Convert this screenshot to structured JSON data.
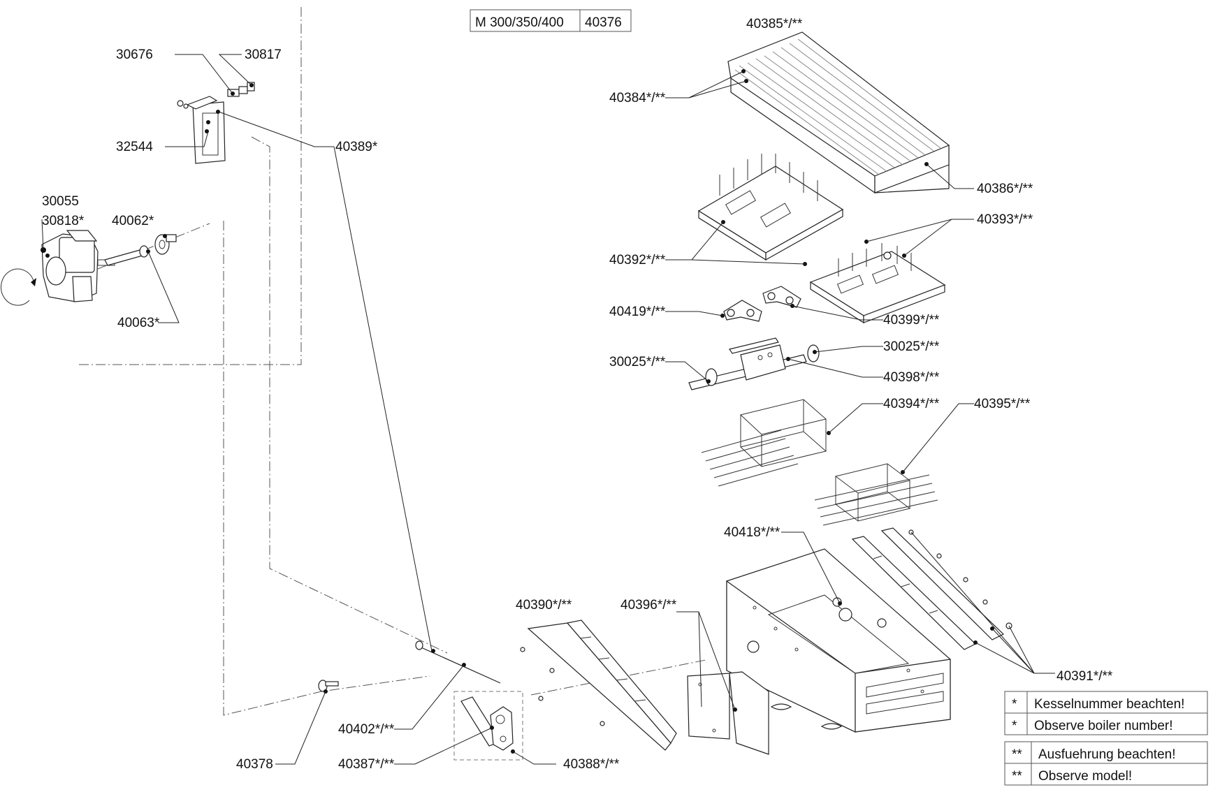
{
  "header_table": {
    "model": "M 300/350/400",
    "number": "40376"
  },
  "labels": {
    "p40385": "40385*/**",
    "p30676": "30676",
    "p30817": "30817",
    "p32544": "32544",
    "p40389": "40389*",
    "p40384": "40384*/**",
    "p40386": "40386*/**",
    "p30055": "30055",
    "p30818": "30818*",
    "p40062": "40062*",
    "p40063": "40063*",
    "p40393": "40393*/**",
    "p40392": "40392*/**",
    "p40419": "40419*/**",
    "p40399": "40399*/**",
    "p30025a": "30025*/**",
    "p30025b": "30025*/**",
    "p40398": "40398*/**",
    "p40394": "40394*/**",
    "p40395": "40395*/**",
    "p40418": "40418*/**",
    "p40390": "40390*/**",
    "p40396": "40396*/**",
    "p40391": "40391*/**",
    "p40402": "40402*/**",
    "p40387": "40387*/**",
    "p40388": "40388*/**",
    "p40378": "40378"
  },
  "legend": {
    "rows": [
      {
        "symbol": "*",
        "text": "Kesselnummer beachten!"
      },
      {
        "symbol": "*",
        "text": "Observe boiler number!"
      },
      {
        "symbol": "**",
        "text": "Ausfuehrung beachten!"
      },
      {
        "symbol": "**",
        "text": "Observe model!"
      }
    ]
  }
}
